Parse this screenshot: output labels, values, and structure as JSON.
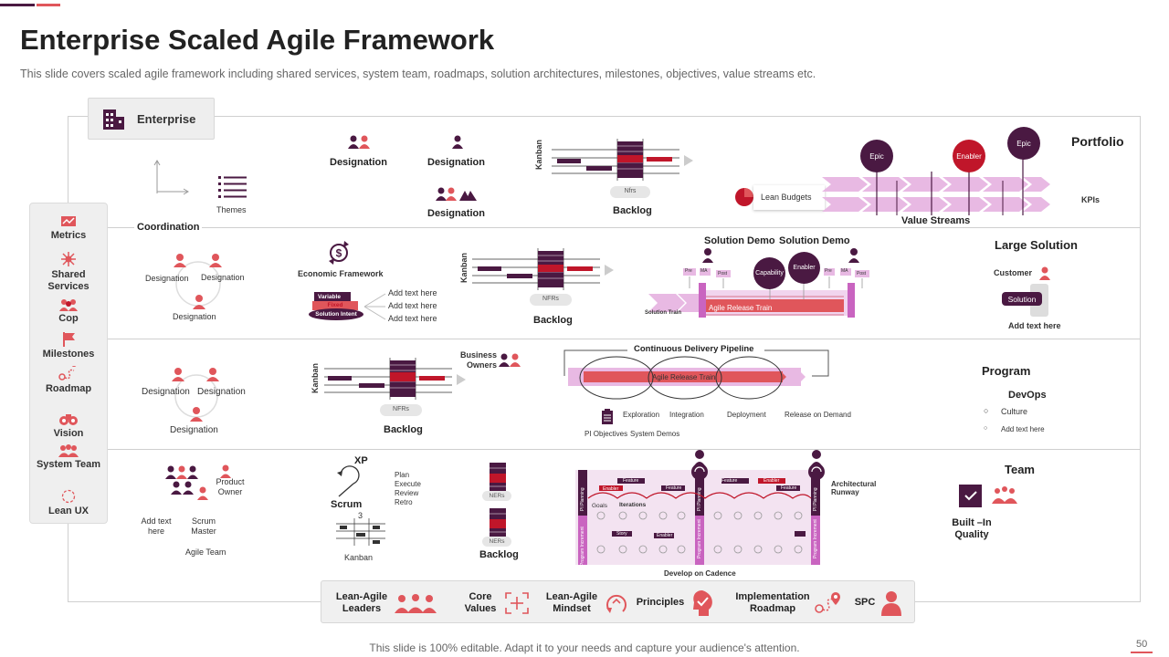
{
  "title": "Enterprise Scaled Agile Framework",
  "subtitle": "This slide covers scaled agile framework including shared services, system team, roadmaps, solution architectures, milestones, objectives, value streams etc.",
  "enterprise_label": "Enterprise",
  "sidebar": [
    {
      "label": "Metrics",
      "icon": "chart-icon"
    },
    {
      "label": "Shared Services",
      "icon": "network-icon"
    },
    {
      "label": "Cop",
      "icon": "group-icon"
    },
    {
      "label": "Milestones",
      "icon": "flag-icon"
    },
    {
      "label": "Roadmap",
      "icon": "roadmap-icon"
    },
    {
      "label": "Vision",
      "icon": "binoculars-icon"
    },
    {
      "label": "System Team",
      "icon": "team-icon"
    },
    {
      "label": "Lean UX",
      "icon": "cycle-icon"
    }
  ],
  "levels": {
    "portfolio": "Portfolio",
    "large_solution": "Large Solution",
    "program": "Program",
    "team": "Team"
  },
  "portfolio": {
    "themes": "Themes",
    "designation": "Designation",
    "kanban": "Kanban",
    "nfrs": "Nfrs",
    "backlog": "Backlog",
    "lean_budgets": "Lean Budgets",
    "epic": "Epic",
    "enabler": "Enabler",
    "kpis": "KPIs",
    "value_streams": "Value Streams"
  },
  "coordination": "Coordination",
  "large_solution": {
    "designation": "Designation",
    "economic_framework": "Economic Framework",
    "variable": "Variable",
    "fixed": "Fixed",
    "solution_intent": "Solution Intent",
    "add_text": "Add text here",
    "kanban": "Kanban",
    "nfrs": "NFRs",
    "backlog": "Backlog",
    "solution_demo": "Solution Demo",
    "capability": "Capability",
    "enabler": "Enabler",
    "pre": "Pre",
    "post": "Post",
    "ma": "MA",
    "solution_train": "Solution Train",
    "agile_release_train": "Agile Release Train",
    "customer": "Customer",
    "solution": "Solution"
  },
  "program": {
    "designation": "Designation",
    "kanban": "Kanban",
    "nfrs": "NFRs",
    "backlog": "Backlog",
    "business_owners": "Business Owners",
    "cdp": "Continuous Delivery Pipeline",
    "agile_release_train": "Agile Release Train",
    "exploration": "Exploration",
    "integration": "Integration",
    "deployment": "Deployment",
    "release": "Release  on Demand",
    "pi_objectives": "PI Objectives",
    "system_demos": "System  Demos",
    "devops": "DevOps",
    "culture": "Culture",
    "add_text": "Add text here"
  },
  "team": {
    "product_owner": "Product Owner",
    "add_text": "Add text here",
    "scrum_master": "Scrum Master",
    "agile_team": "Agile Team",
    "xp": "XP",
    "scrum": "Scrum",
    "three": "3",
    "plan": "Plan",
    "execute": "Execute",
    "review": "Review",
    "retro": "Retro",
    "kanban": "Kanban",
    "ners": "NERs",
    "backlog": "Backlog",
    "goals": "Goals",
    "iterations": "Iterations",
    "enabler": "Enabler",
    "feature": "Feature",
    "story": "Story",
    "pi_planning": "PI Planning",
    "program_increment": "Program Increment",
    "architectural_runway": "Architectural Runway",
    "develop_on_cadence": "Develop on Cadence",
    "built_in_quality": "Built –In Quality"
  },
  "bottom": [
    {
      "label": "Lean-Agile Leaders",
      "icon": "leaders-icon"
    },
    {
      "label": "Core Values",
      "icon": "core-values-icon"
    },
    {
      "label": "Lean-Agile Mindset",
      "icon": "mindset-icon"
    },
    {
      "label": "Principles",
      "icon": "principles-icon"
    },
    {
      "label": "Implementation Roadmap",
      "icon": "implementation-icon"
    },
    {
      "label": "SPC",
      "icon": "spc-icon"
    }
  ],
  "footer": "This slide is 100% editable. Adapt it to your needs and capture your audience's attention.",
  "page_number": "50",
  "colors": {
    "dark": "#4a1942",
    "red": "#e0565b",
    "crimson": "#c0162a",
    "pink": "#e8b9e3"
  }
}
